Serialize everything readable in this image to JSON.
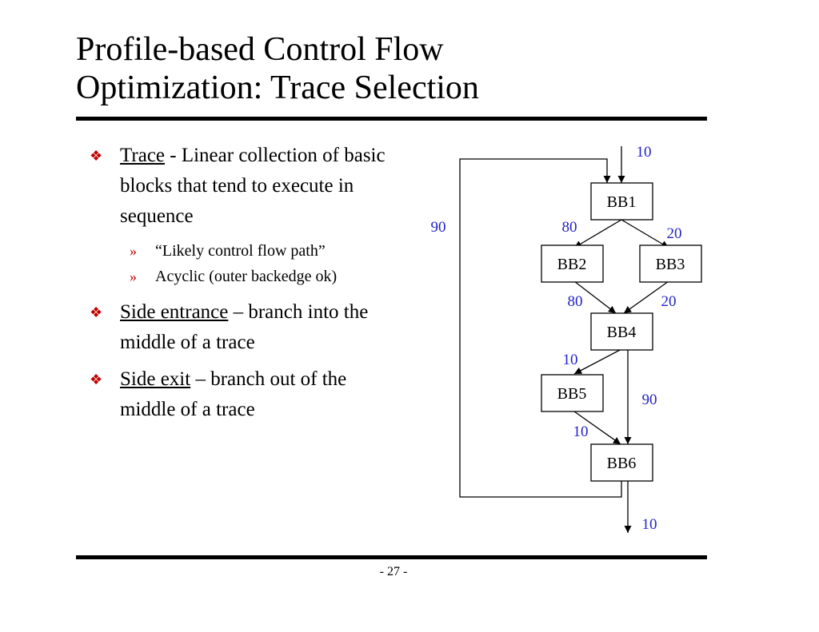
{
  "slide": {
    "title_line1": "Profile-based Control Flow",
    "title_line2": "Optimization:  Trace Selection",
    "page_number": "- 27 -"
  },
  "bullets": [
    {
      "term": "Trace",
      "text": " - Linear collection of basic blocks that tend to execute in sequence",
      "sub": [
        "“Likely control flow path”",
        "Acyclic (outer backedge ok)"
      ]
    },
    {
      "term": "Side entrance",
      "text": " – branch into the middle of a trace",
      "sub": []
    },
    {
      "term": "Side exit",
      "text": " – branch out of the middle of a trace",
      "sub": []
    }
  ],
  "diagram": {
    "blocks": [
      "BB1",
      "BB2",
      "BB3",
      "BB4",
      "BB5",
      "BB6"
    ],
    "edge_labels": {
      "entry": "10",
      "backedge": "90",
      "bb1_bb2": "80",
      "bb1_bb3": "20",
      "bb2_bb4": "80",
      "bb3_bb4": "20",
      "bb4_bb5": "10",
      "bb4_bb6": "90",
      "bb5_bb6": "10",
      "exit": "10"
    },
    "label_color": "#2323c8"
  }
}
